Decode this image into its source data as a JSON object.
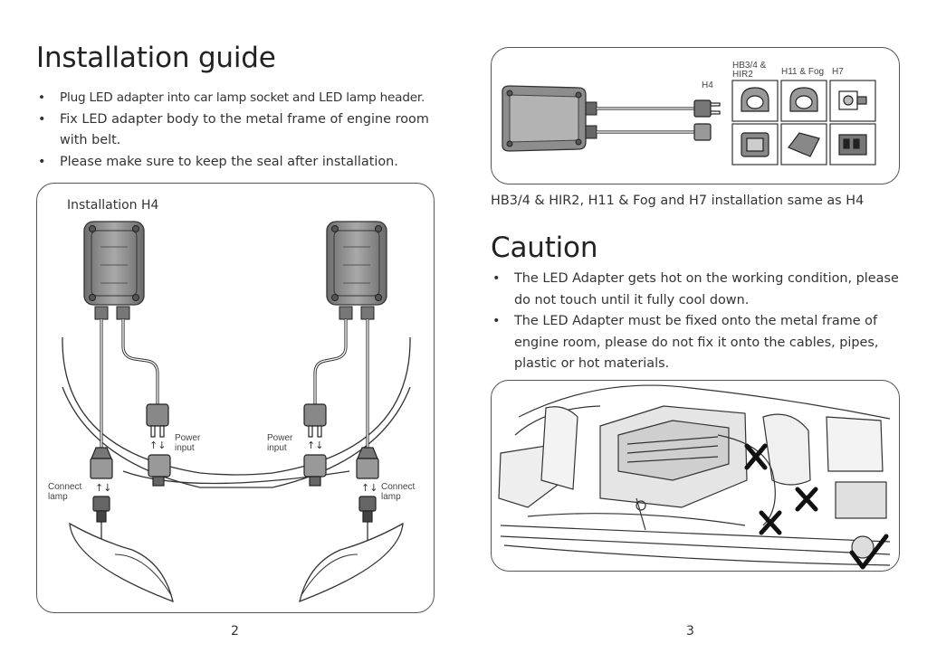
{
  "left_page": {
    "title": "Installation guide",
    "bullets": [
      "Plug LED adapter into car lamp socket and LED lamp header.",
      "Fix LED adapter body to the metal frame of engine room with belt.",
      "Please make sure to keep the seal after installation."
    ],
    "diagram": {
      "title": "Installation H4",
      "power_input": "Power input",
      "connect_lamp": "Connect lamp"
    },
    "page_number": "2"
  },
  "right_page": {
    "connector_labels": {
      "h4": "H4",
      "hb34": "HB3/4 &",
      "hir2": "HIR2",
      "h11": "H11 & Fog",
      "h7": "H7"
    },
    "caption": "HB3/4 & HIR2, H11 & Fog and H7 installation same as H4",
    "caution_title": "Caution",
    "caution_bullets": [
      "The LED Adapter gets hot on the working condition, please do not touch until it fully cool down.",
      "The LED Adapter must be fixed onto the metal frame of engine room, please do not fix it onto the cables, pipes, plastic or hot materials."
    ],
    "page_number": "3"
  }
}
